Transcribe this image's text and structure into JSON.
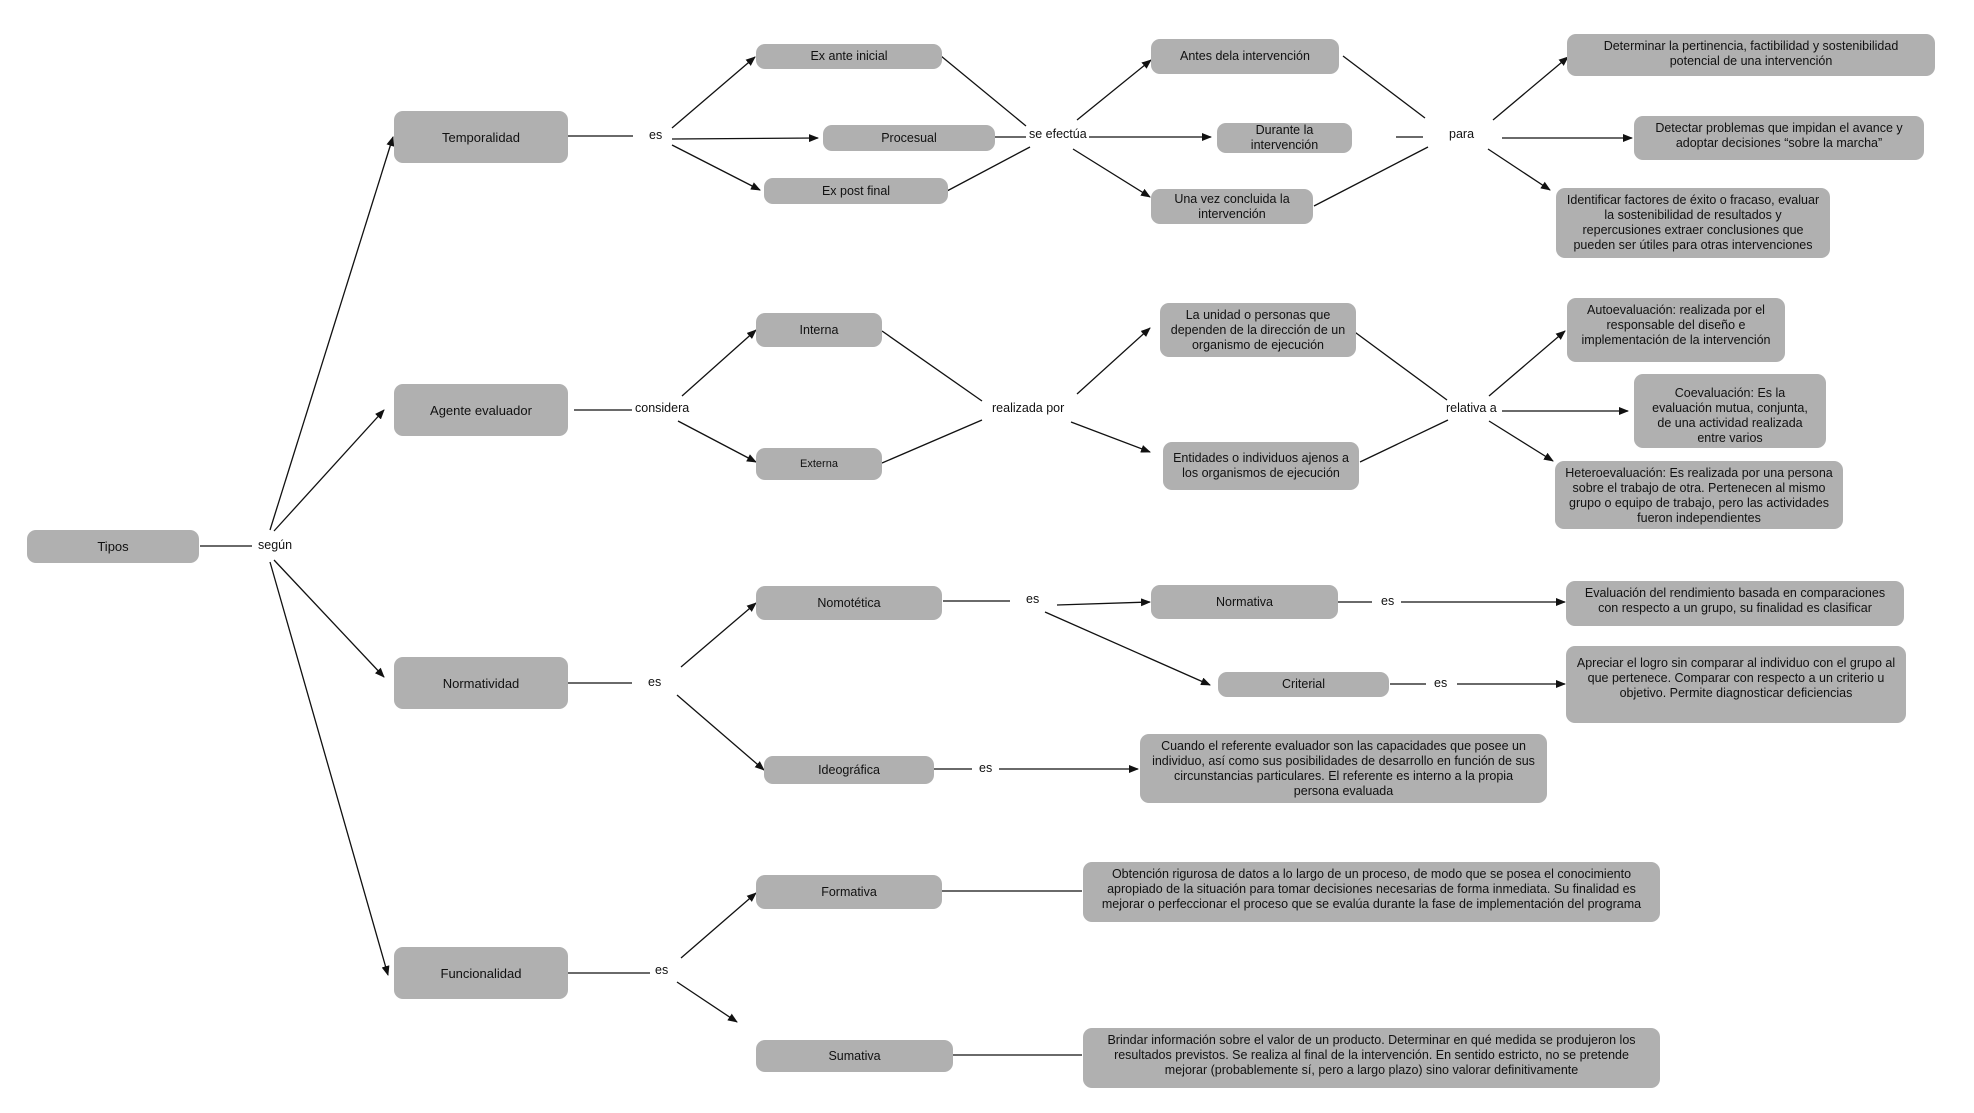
{
  "nodes": {
    "tipos": "Tipos",
    "temporalidad": "Temporalidad",
    "agente_evaluador": "Agente evaluador",
    "normatividad": "Normatividad",
    "funcionalidad": "Funcionalidad",
    "ex_ante": "Ex ante inicial",
    "procesual": "Procesual",
    "ex_post": "Ex post final",
    "antes": "Antes dela intervención",
    "durante": "Durante la intervención",
    "una_vez": "Una vez concluida la intervención",
    "determinar": "Determinar la pertinencia, factibilidad y sostenibilidad potencial de una intervención",
    "detectar": "Detectar problemas que impidan el avance y adoptar decisiones “sobre la marcha”",
    "identificar": "Identificar factores de éxito o fracaso, evaluar la sostenibilidad de resultados y repercusiones extraer conclusiones que pueden ser útiles para otras intervenciones",
    "interna": "Interna",
    "externa": "Externa",
    "la_unidad": "La unidad o personas que dependen de la dirección de un organismo de ejecución",
    "entidades": "Entidades o individuos ajenos a los organismos de ejecución",
    "autoevaluacion": "Autoevaluación: realizada por el responsable del diseño e implementación de la intervención",
    "coevaluacion": "Coevaluación: Es la evaluación mutua, conjunta, de una actividad realizada entre varios",
    "heteroevaluacion": "Heteroevaluación: Es realizada por una persona sobre el trabajo de otra. Pertenecen al mismo grupo o equipo de trabajo, pero las actividades fueron independientes",
    "nomotetica": "Nomotética",
    "ideografica": "Ideográfica",
    "normativa": "Normativa",
    "criterial": "Criterial",
    "eval_rendimiento": "Evaluación del rendimiento basada en comparaciones con respecto a un grupo, su finalidad es clasificar",
    "apreciar": "Apreciar el logro sin comparar al individuo con el grupo al que pertenece. Comparar con respecto a un criterio u objetivo. Permite diagnosticar deficiencias",
    "cuando": "Cuando el referente evaluador son las capacidades que posee un individuo, así como sus posibilidades de desarrollo en función de sus circunstancias particulares. El referente es interno a la propia persona evaluada",
    "formativa": "Formativa",
    "sumativa": "Sumativa",
    "obtencion": "Obtención rigurosa de datos a lo largo de un proceso, de modo que se posea el conocimiento apropiado de la situación para tomar decisiones necesarias de forma inmediata. Su finalidad es mejorar o perfeccionar el proceso que se evalúa durante la fase de implementación del programa",
    "brindar": "Brindar información sobre el valor de un producto. Determinar en qué medida se produjeron los resultados previstos. Se realiza al final de la intervención. En sentido estricto, no se pretende mejorar (probablemente sí, pero a largo plazo) sino valorar definitivamente"
  },
  "connectors": {
    "segun": "según",
    "es_temporalidad": "es",
    "se_efectua": "se efectúa",
    "para": "para",
    "considera": "considera",
    "realizada_por": "realizada por",
    "relativa_a": "relativa a",
    "es_normatividad": "es",
    "es_nomotetica": "es",
    "es_normativa": "es",
    "es_criterial": "es",
    "es_ideografica": "es",
    "es_funcionalidad": "es"
  },
  "colors": {
    "node_fill": "#b0b0b0",
    "line": "#111111",
    "background": "#ffffff"
  }
}
